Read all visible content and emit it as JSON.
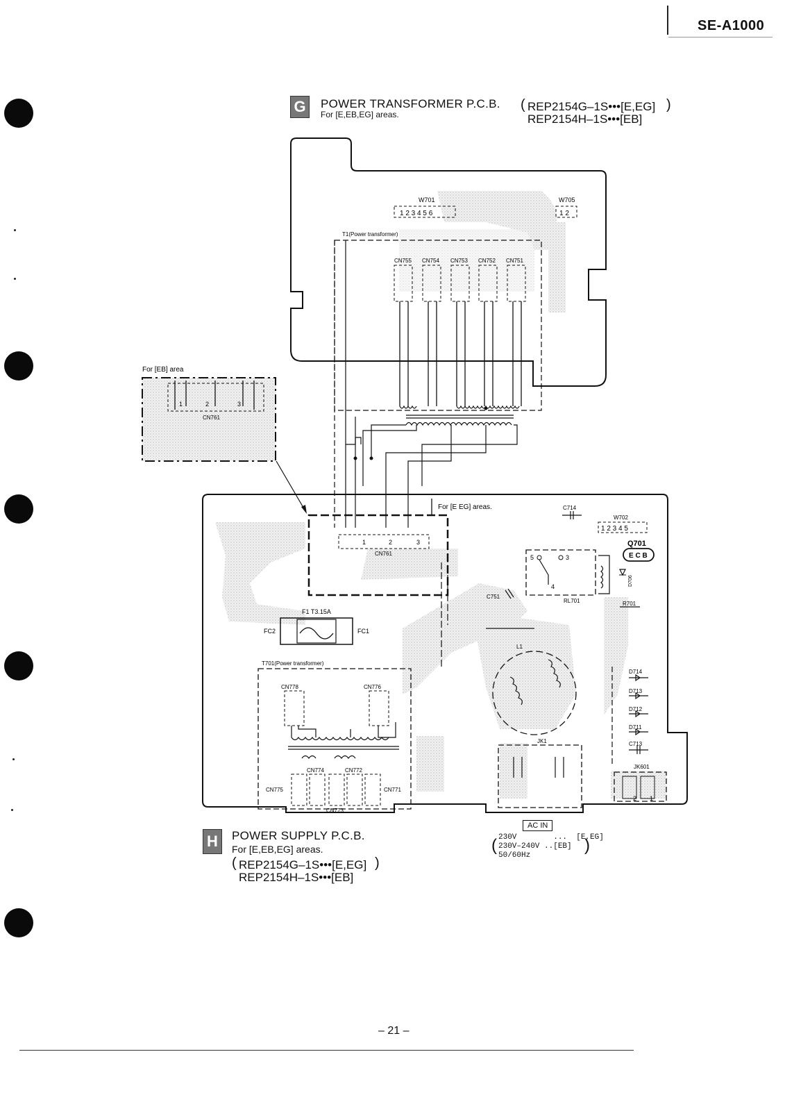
{
  "header": {
    "model": "SE-A1000"
  },
  "transformer_pcb": {
    "badge": "G",
    "title": "POWER TRANSFORMER P.C.B.",
    "areas": "For [E,EB,EG] areas.",
    "part_lines": [
      "REP2154G–1S•••[E,EG]",
      "REP2154H–1S•••[EB]"
    ]
  },
  "eb_box_label": "For [EB] area",
  "e_eg_label": "For [E EG] areas.",
  "power_supply_pcb": {
    "badge": "H",
    "title": "POWER SUPPLY P.C.B.",
    "areas": "For [E,EB,EG] areas.",
    "part_lines": [
      "REP2154G–1S•••[E,EG]",
      "REP2154H–1S•••[EB]"
    ]
  },
  "ac_in": {
    "label": "AC IN",
    "specs": [
      "230V        ...  [E,EG]",
      "230V–240V ..[EB]",
      "50/60Hz"
    ]
  },
  "components": {
    "w701": "W701",
    "w701_pins": "1 2 3 4 5 6",
    "w705": "W705",
    "w705_pins": "1 2",
    "t1": "T1(Power transformer)",
    "cn755": "CN755",
    "cn754": "CN754",
    "cn753": "CN753",
    "cn752": "CN752",
    "cn751": "CN751",
    "cn761": "CN761",
    "c714": "C714",
    "w702": "W702",
    "w702_pins": "1 2 3 4 5",
    "q701": "Q701",
    "q701_pins": "E C B",
    "rl701": "RL701",
    "d706": "D706",
    "r701": "R701",
    "c751": "C751",
    "f1": "F1 T3.15A",
    "fc2": "FC2",
    "fc1": "FC1",
    "l1": "L1",
    "t701": "T701(Power transformer)",
    "cn778": "CN778",
    "cn776": "CN776",
    "cn774": "CN774",
    "cn772": "CN772",
    "cn775": "CN775",
    "cn773": "CN773",
    "cn771": "CN771",
    "jk1": "JK1",
    "jk601": "JK601",
    "d714": "D714",
    "d713": "D713",
    "d712": "D712",
    "d711": "D711",
    "c713": "C713"
  },
  "footer": {
    "page": "– 21 –"
  }
}
